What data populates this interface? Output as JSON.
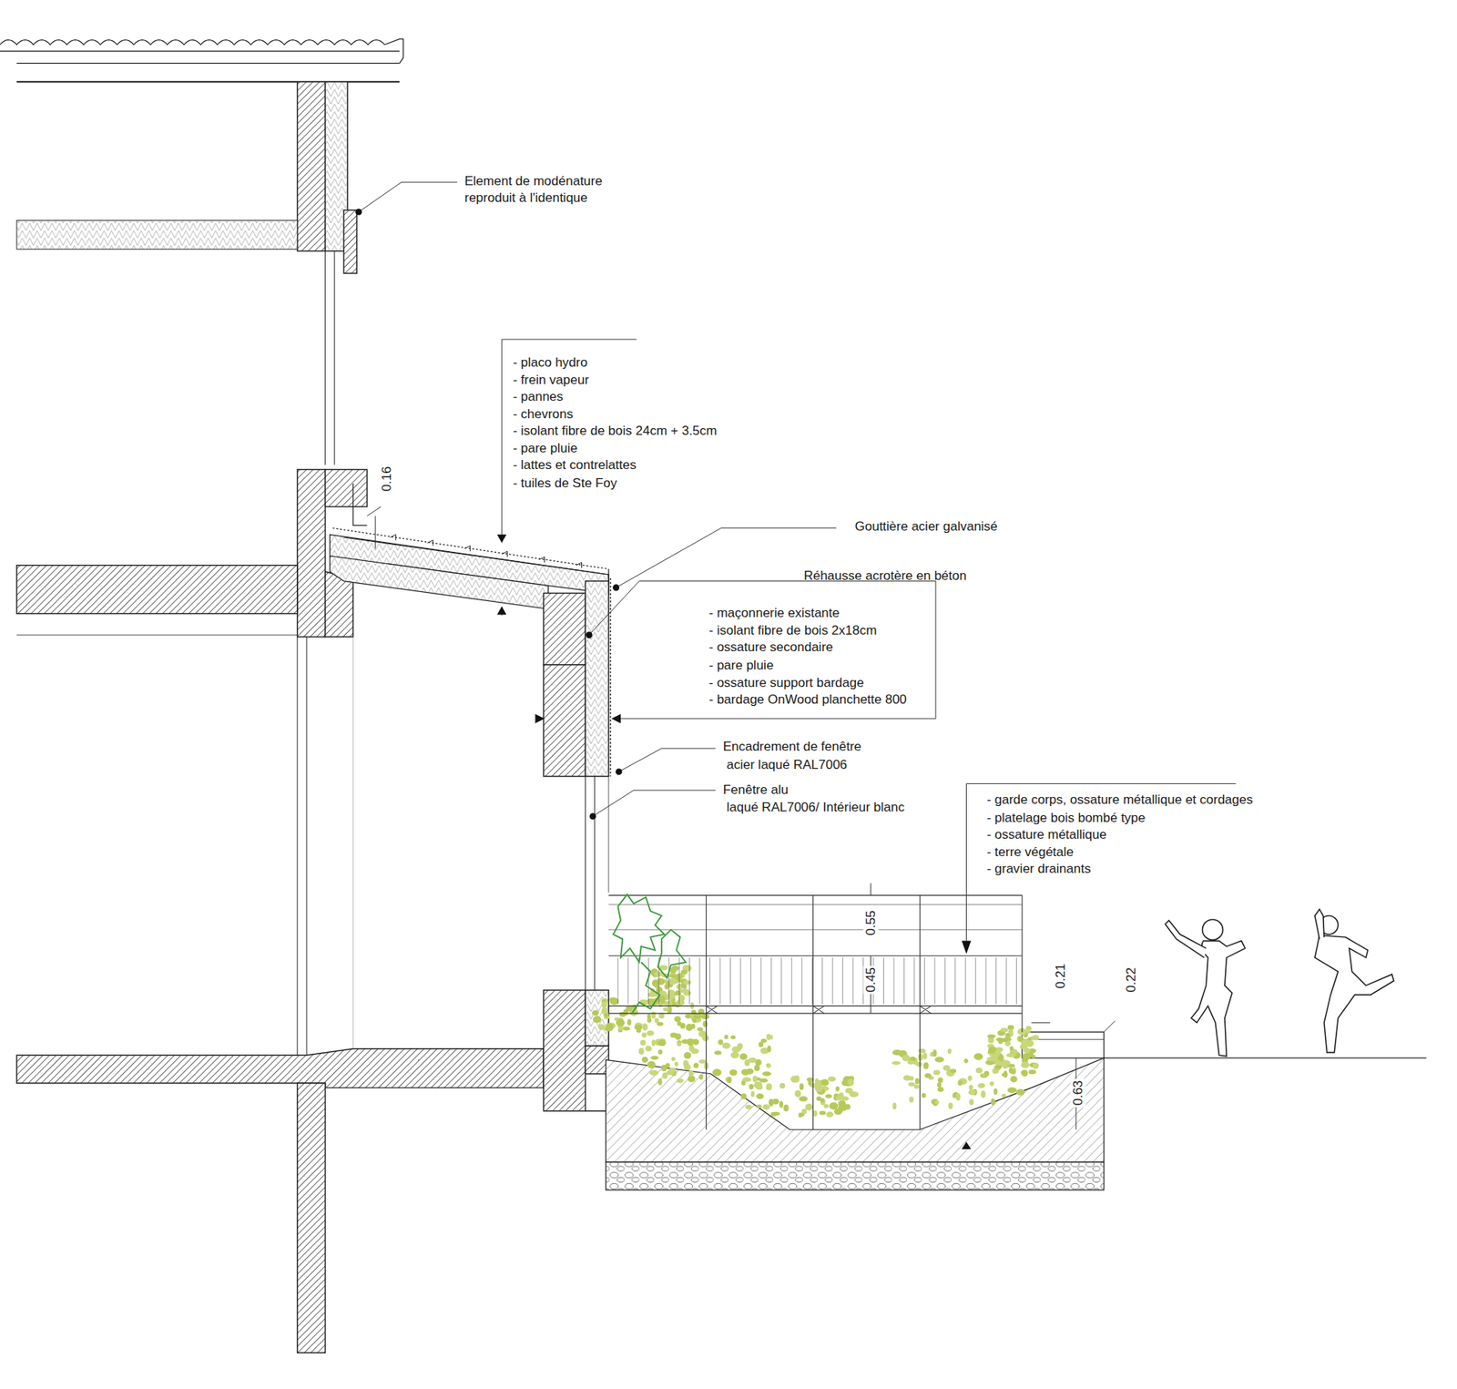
{
  "diagram": {
    "labels": [
      "Element de modénature reproduit à l'identique",
      "- placo hydro",
      "- frein vapeur",
      "- pannes",
      "- chevrons",
      "- isolant fibre de bois 24cm + 3.5cm",
      "- pare pluie",
      "- lattes et contrelattes",
      "- tuiles de Ste Foy",
      "0.16",
      "Gouttière acier galvanisé",
      "Réhausse acrotère en béton",
      "- maçonnerie existante",
      "- isolant fibre de bois 2x18cm",
      "- ossature secondaire",
      "- pare pluie",
      "- ossature support bardage",
      "- bardage OnWood planchette 800",
      "Encadrement de fenêtre",
      "acier laqué RAL7006",
      "Fenêtre alu",
      "laqué RAL7006/ Intérieur blanc",
      "- garde corps, ossature métallique et cordages",
      "- platelage bois bombé type",
      "- ossature métallique",
      "- terre végétale",
      "- gravier drainants",
      "0.55",
      "0.45",
      "0.21",
      "0.22",
      "0.63"
    ]
  }
}
